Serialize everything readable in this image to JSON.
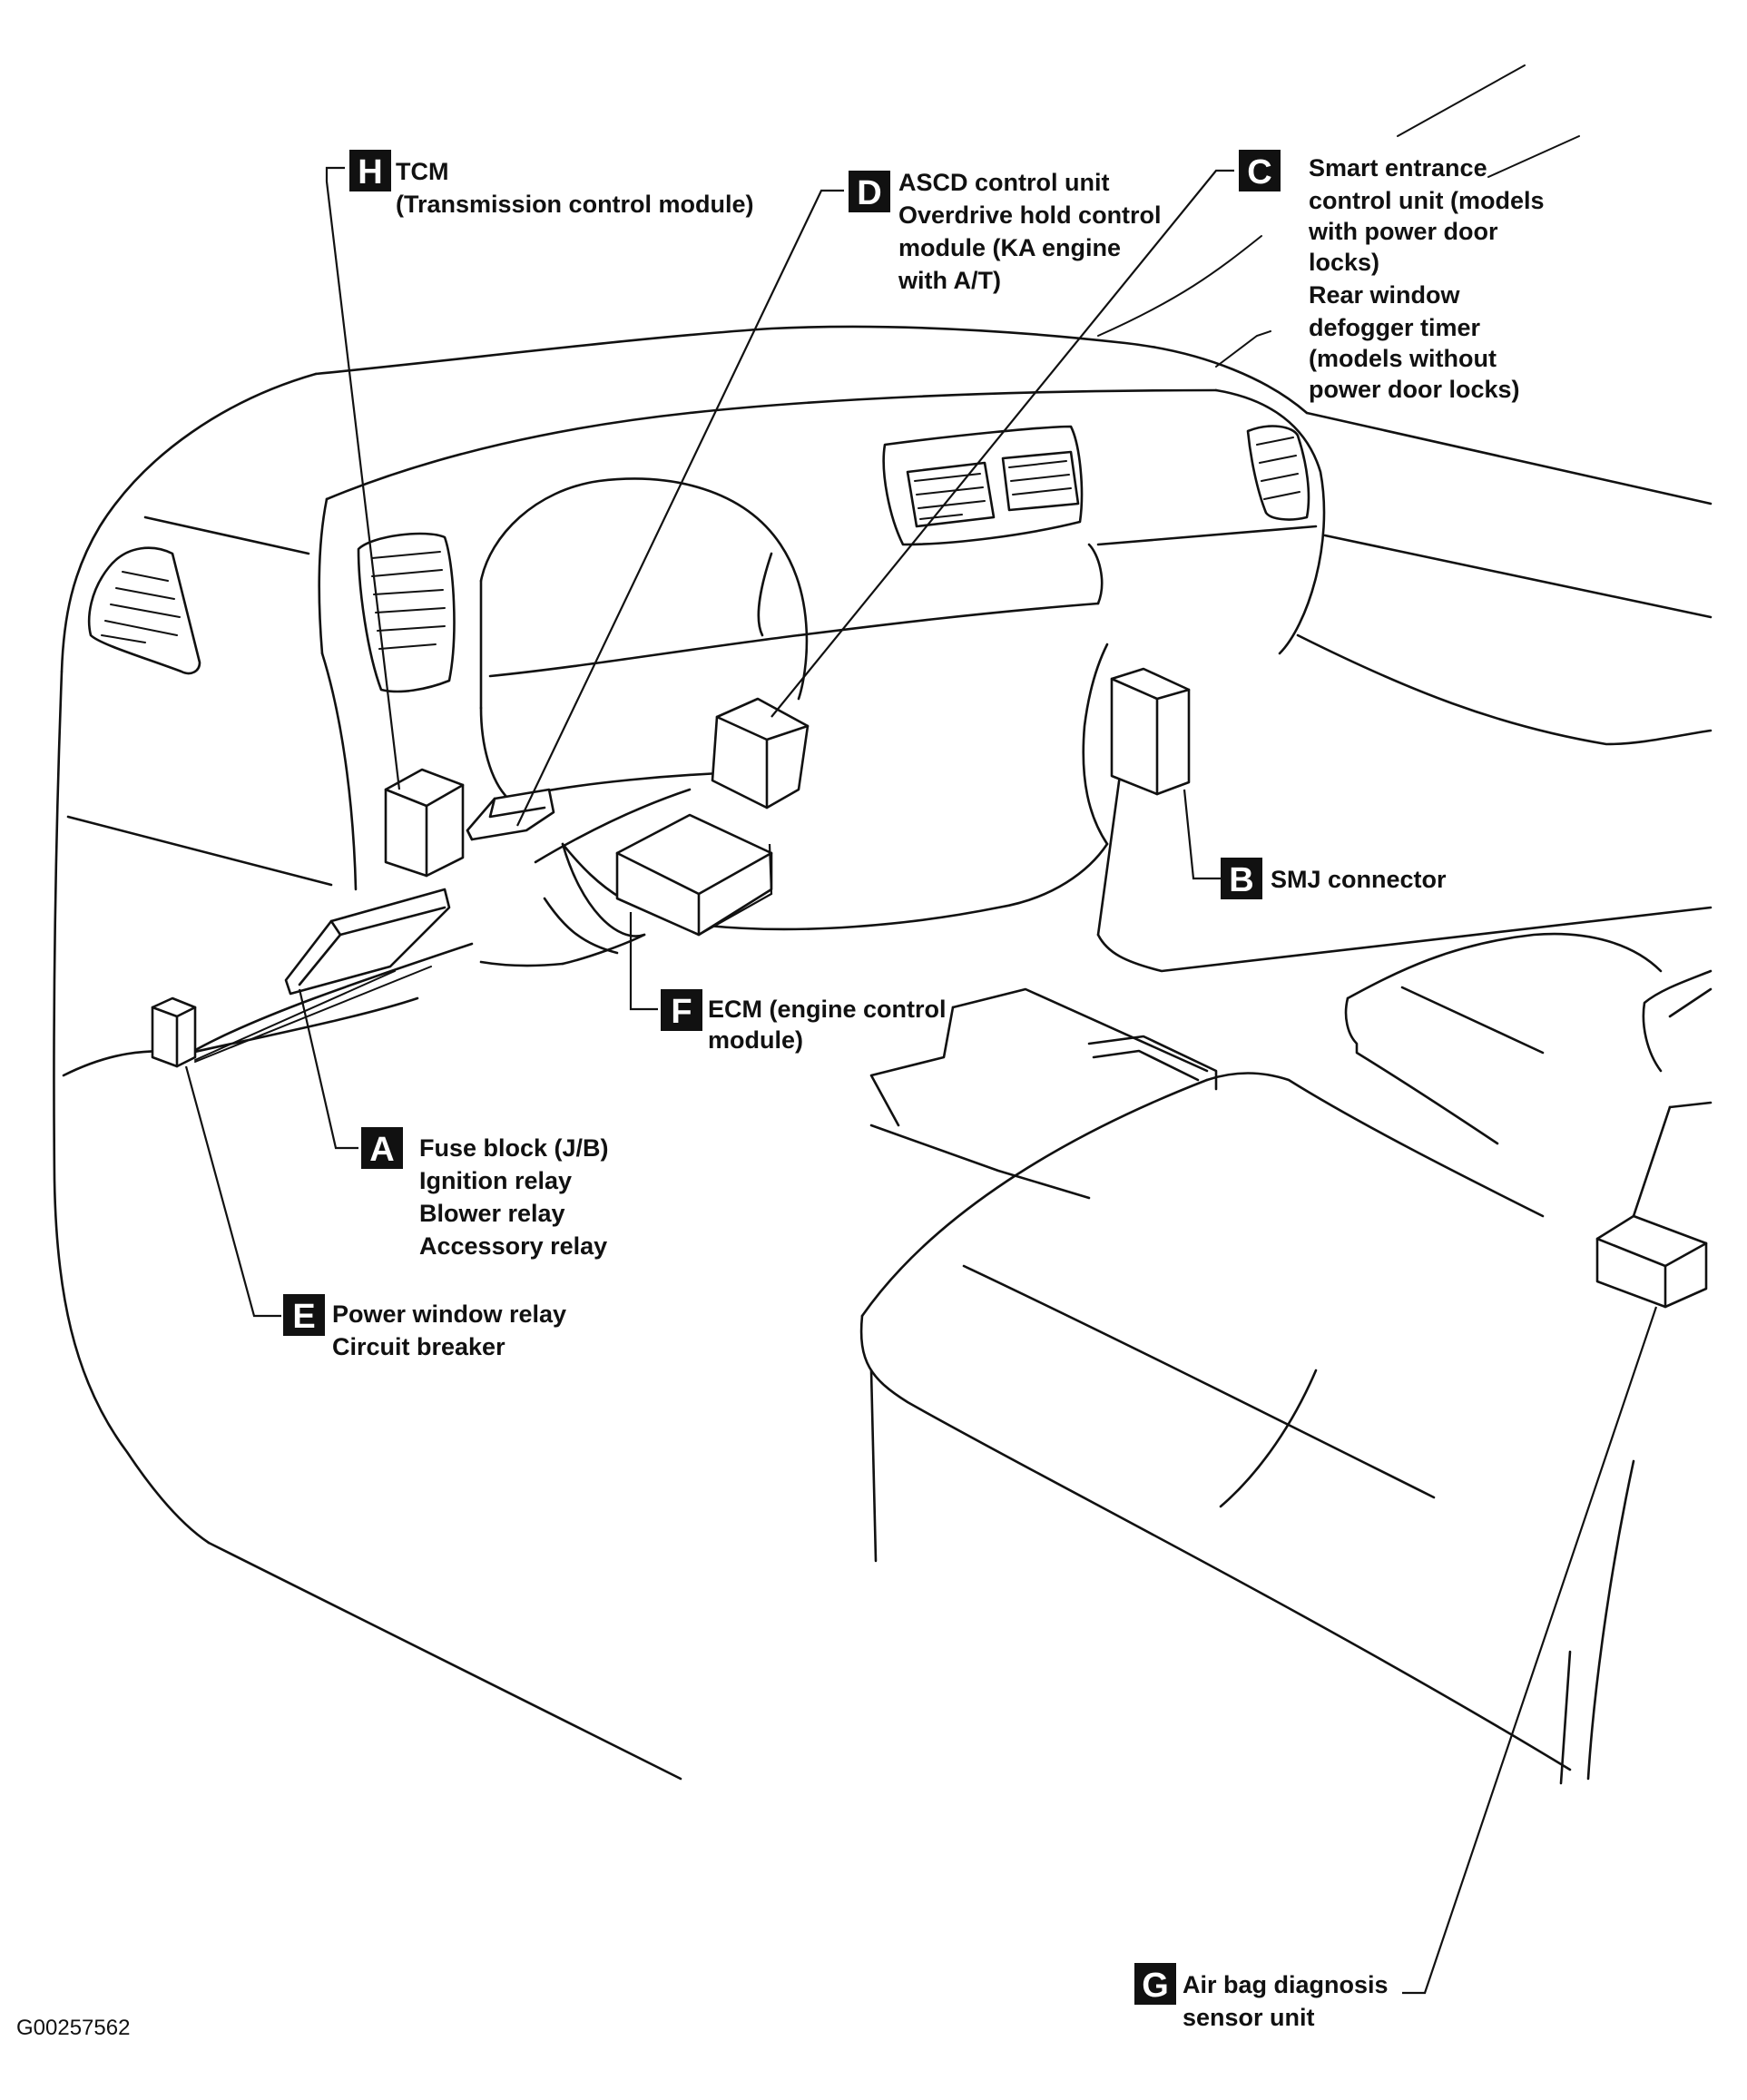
{
  "callouts": {
    "H": {
      "letter": "H",
      "lines": [
        "TCM",
        "(Transmission control module)"
      ]
    },
    "D": {
      "letter": "D",
      "lines": [
        "ASCD control unit",
        "Overdrive hold control",
        "module (KA engine",
        "with A/T)"
      ]
    },
    "C": {
      "letter": "C",
      "lines": [
        "Smart entrance",
        "control unit (models",
        "with power door",
        "locks)",
        "Rear window",
        "defogger timer",
        "(models without",
        "power door locks)"
      ]
    },
    "B": {
      "letter": "B",
      "lines": [
        "SMJ connector"
      ]
    },
    "F": {
      "letter": "F",
      "lines": [
        "ECM (engine control",
        "module)"
      ]
    },
    "A": {
      "letter": "A",
      "lines": [
        "Fuse block (J/B)",
        "Ignition relay",
        "Blower relay",
        "Accessory relay"
      ]
    },
    "E": {
      "letter": "E",
      "lines": [
        "Power window relay",
        "Circuit breaker"
      ]
    },
    "G": {
      "letter": "G",
      "lines": [
        "Air bag diagnosis",
        "sensor unit"
      ]
    }
  },
  "figure_id": "G00257562"
}
